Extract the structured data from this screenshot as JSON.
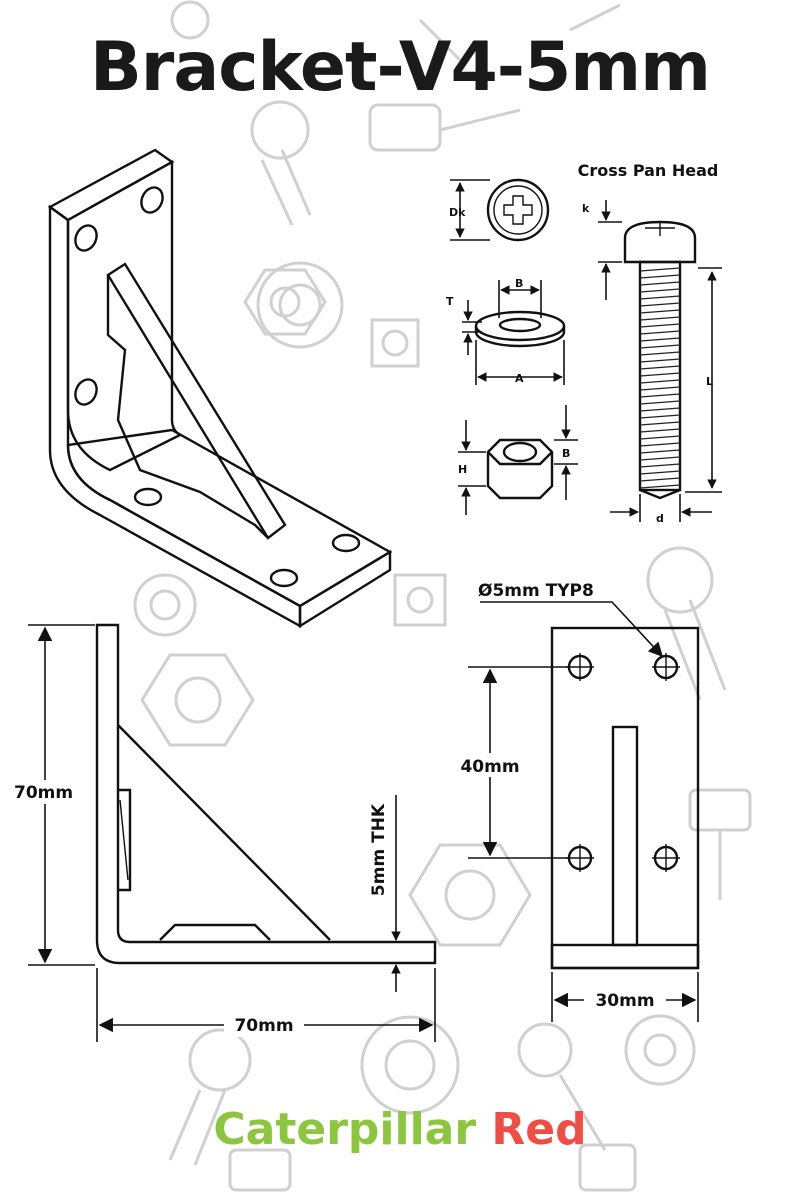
{
  "title": "Bracket-V4-5mm",
  "brand": {
    "part1": "Caterpillar",
    "part2": "Red",
    "color1": "#8cc63f",
    "color2": "#f04e45"
  },
  "hardware": {
    "screw_title": "Cross Pan Head",
    "dk": "Dk",
    "k": "k",
    "L": "L",
    "d": "d",
    "washer_B": "B",
    "washer_T": "T",
    "washer_A": "A",
    "nut_H": "H",
    "nut_B": "B"
  },
  "dimensions": {
    "hole": "Ø5mm TYP8",
    "spacing": "40mm",
    "height": "70mm",
    "length": "70mm",
    "thickness": "5mm THK",
    "width": "30mm"
  }
}
